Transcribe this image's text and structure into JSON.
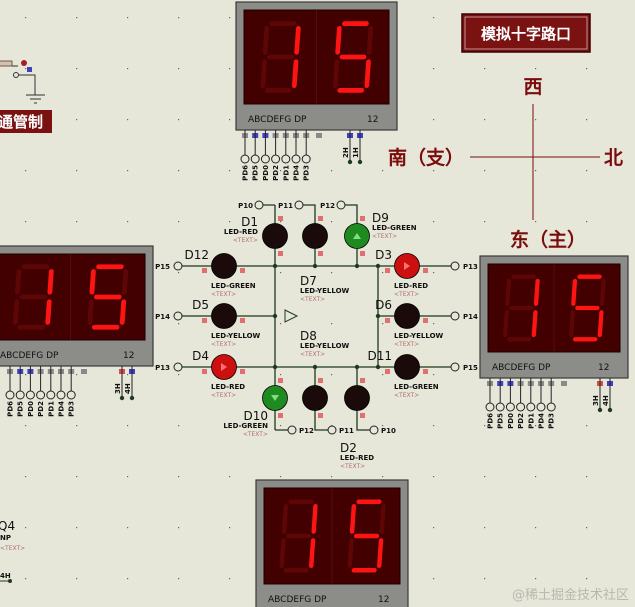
{
  "title_box": {
    "text": "模拟十字路口",
    "bg": "#7b1212"
  },
  "left_box": {
    "text": "通管制"
  },
  "compass": {
    "west": "西",
    "south": "南（支）",
    "north": "北",
    "east": "东（主）"
  },
  "colors": {
    "background": "#e6e6d9",
    "segment_on": "#ff1414",
    "segment_off": "#5e0606",
    "panel": "#420000",
    "led_red": "#cc1010",
    "led_green": "#1f8a1f",
    "led_off": "#1a0a0a"
  },
  "displays": [
    {
      "id": "top",
      "digits": "15",
      "segment_label": "ABCDEFG  DP",
      "digit_label": "12",
      "pins": [
        "PD6",
        "PD5",
        "PD0",
        "PD2",
        "PD1",
        "PD4",
        "PD3"
      ],
      "common_pins": [
        "2H",
        "1H"
      ]
    },
    {
      "id": "left",
      "digits": "15",
      "segment_label": "ABCDEFG  DP",
      "digit_label": "12",
      "pins": [
        "PD6",
        "PD5",
        "PD0",
        "PD2",
        "PD1",
        "PD4",
        "PD3"
      ],
      "common_pins": [
        "3H",
        "4H"
      ]
    },
    {
      "id": "right",
      "digits": "15",
      "segment_label": "ABCDEFG  DP",
      "digit_label": "12",
      "pins": [
        "PD6",
        "PD5",
        "PD0",
        "PD2",
        "PD1",
        "PD4",
        "PD3"
      ],
      "common_pins": [
        "3H",
        "4H"
      ]
    },
    {
      "id": "bottom",
      "digits": "15",
      "segment_label": "ABCDEFG  DP",
      "digit_label": "12",
      "pins": [],
      "common_pins": []
    }
  ],
  "leds": [
    {
      "ref": "D1",
      "type": "LED-RED",
      "state": "off",
      "text": "<TEXT>"
    },
    {
      "ref": "D7",
      "type": "LED-YELLOW",
      "state": "off",
      "text": "<TEXT>"
    },
    {
      "ref": "D9",
      "type": "LED-GREEN",
      "state": "green",
      "text": "<TEXT>"
    },
    {
      "ref": "D12",
      "type": "LED-GREEN",
      "state": "off",
      "text": "<TEXT>"
    },
    {
      "ref": "D5",
      "type": "LED-YELLOW",
      "state": "off",
      "text": "<TEXT>"
    },
    {
      "ref": "D4",
      "type": "LED-RED",
      "state": "red",
      "text": "<TEXT>"
    },
    {
      "ref": "D3",
      "type": "LED-RED",
      "state": "red",
      "text": "<TEXT>"
    },
    {
      "ref": "D6",
      "type": "LED-YELLOW",
      "state": "off",
      "text": "<TEXT>"
    },
    {
      "ref": "D11",
      "type": "LED-GREEN",
      "state": "off",
      "text": "<TEXT>"
    },
    {
      "ref": "D10",
      "type": "LED-GREEN",
      "state": "green",
      "text": "<TEXT>"
    },
    {
      "ref": "D8",
      "type": "LED-YELLOW",
      "state": "off",
      "text": "<TEXT>"
    },
    {
      "ref": "D2",
      "type": "LED-RED",
      "state": "off",
      "text": "<TEXT>"
    }
  ],
  "terminals": {
    "top": [
      "P10",
      "P11",
      "P12"
    ],
    "bottom": [
      "P12",
      "P11",
      "P10"
    ],
    "left": [
      "P15",
      "P14",
      "P13"
    ],
    "right": [
      "P13",
      "P14",
      "P15"
    ]
  },
  "q4": {
    "ref": "Q4",
    "type": "NP",
    "text": "<TEXT>",
    "pin": "4H"
  },
  "watermark": "@稀土掘金技术社区"
}
